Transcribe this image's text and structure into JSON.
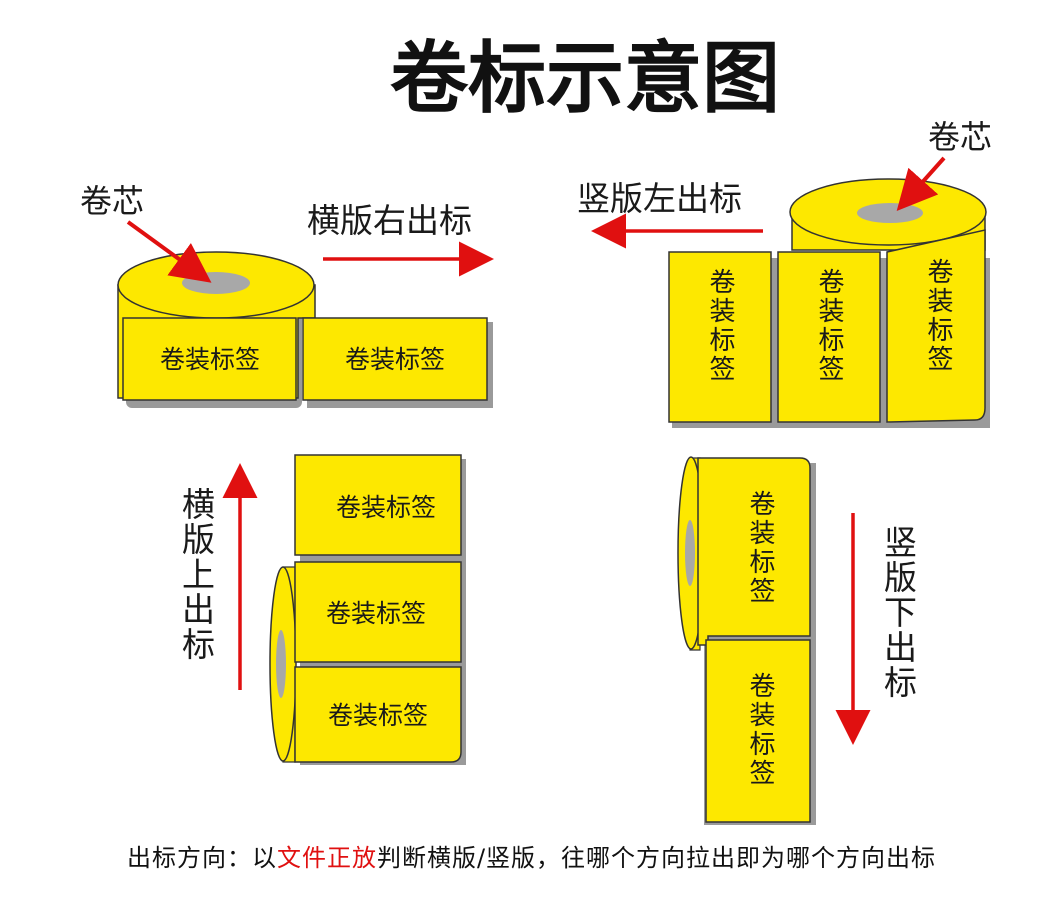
{
  "title": "卷标示意图",
  "core_label": "卷芯",
  "label_text": "卷装标签",
  "directions": {
    "horizontal_right": "横版右出标",
    "vertical_left": "竖版左出标",
    "horizontal_up": "横版上出标",
    "vertical_down": "竖版下出标"
  },
  "footer": {
    "part1": "出标方向：以",
    "highlight": "文件正放",
    "part2": "判断横版/竖版，往哪个方向拉出即为哪个方向出标"
  },
  "colors": {
    "label_yellow": "#fde800",
    "arrow_red": "#e01010",
    "core_gray": "#a8a8a8",
    "outline": "#333333"
  }
}
